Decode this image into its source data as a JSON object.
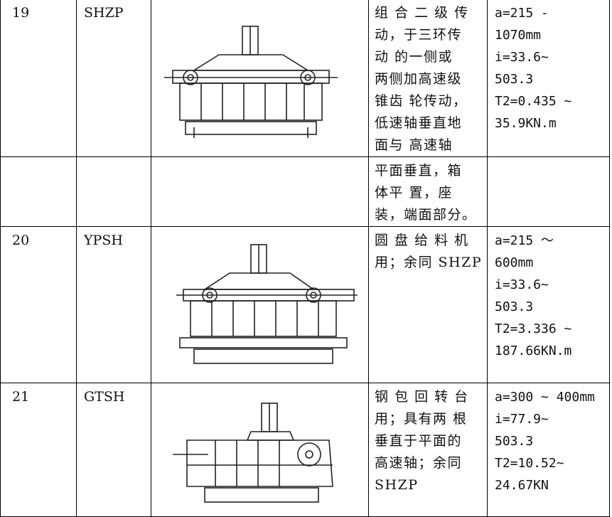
{
  "rows": [
    {
      "no": "19",
      "model": "SHZP",
      "desc": [
        "组 合 二 级 传",
        "动，于三环传",
        "动  的一侧或",
        "两侧加高速级",
        "锥齿 轮传动，",
        "低速轴垂直地",
        "面与  高速轴"
      ],
      "params": [
        "a=215          -",
        "1070mm",
        "i=33.6~",
        "503.3",
        "T2=0.435       ~",
        "35.9KN.m"
      ]
    },
    {
      "no": "",
      "model": "",
      "desc": [
        "平面垂直，箱",
        "体平  置，座",
        "装，端面部分。"
      ],
      "params": []
    },
    {
      "no": "20",
      "model": "YPSH",
      "desc": [
        "圆 盘 给 料 机",
        "用；余同 SHZP"
      ],
      "params": [
        "a=215         ～",
        "600mm",
        "i=33.6~",
        "503.3",
        "T2=3.336       ~",
        "187.66KN.m"
      ]
    },
    {
      "no": "21",
      "model": "GTSH",
      "desc": [
        "钢 包 回 转 台",
        "用；具有两 根",
        "垂直于平面的",
        "高速轴；余同",
        "SHZP"
      ],
      "params": [
        "a=300 ~ 400mm",
        "i=77.9~",
        "503.3",
        "T2=10.52~",
        "24.67KN"
      ]
    }
  ]
}
